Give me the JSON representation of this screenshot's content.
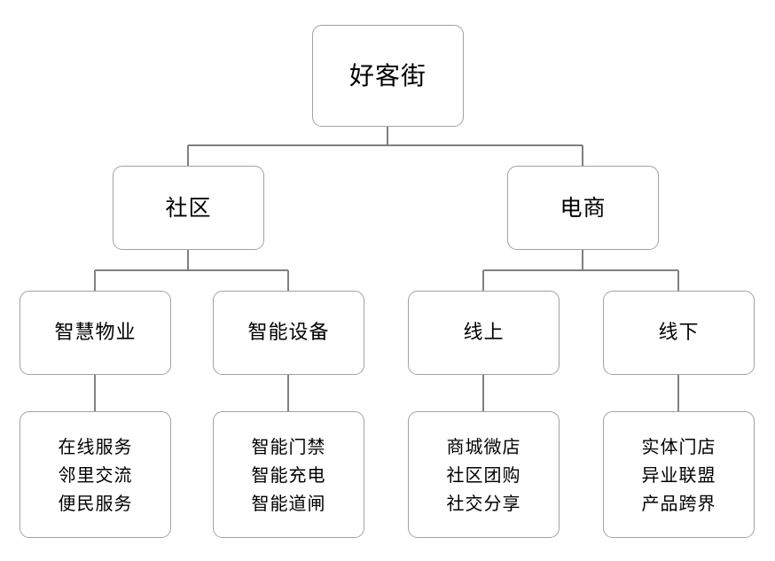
{
  "diagram": {
    "type": "organization-tree",
    "orientation": "top-down",
    "background_color": "#ffffff",
    "node_border_color": "#a2a2a2",
    "node_fill_color": "#ffffff",
    "connector_color": "#808080",
    "text_color": "#000000",
    "root": {
      "label": "好客街",
      "children": [
        {
          "label": "社区",
          "children": [
            {
              "label": "智慧物业",
              "children": [
                {
                  "lines": [
                    "在线服务",
                    "邻里交流",
                    "便民服务"
                  ]
                }
              ]
            },
            {
              "label": "智能设备",
              "children": [
                {
                  "lines": [
                    "智能门禁",
                    "智能充电",
                    "智能道闸"
                  ]
                }
              ]
            }
          ]
        },
        {
          "label": "电商",
          "children": [
            {
              "label": "线上",
              "children": [
                {
                  "lines": [
                    "商城微店",
                    "社区团购",
                    "社交分享"
                  ]
                }
              ]
            },
            {
              "label": "线下",
              "children": [
                {
                  "lines": [
                    "实体门店",
                    "异业联盟",
                    "产品跨界"
                  ]
                }
              ]
            }
          ]
        }
      ]
    },
    "nodes": {
      "root": {
        "label": "好客街"
      },
      "level2": [
        {
          "label": "社区"
        },
        {
          "label": "电商"
        }
      ],
      "level3": [
        {
          "label": "智慧物业"
        },
        {
          "label": "智能设备"
        },
        {
          "label": "线上"
        },
        {
          "label": "线下"
        }
      ],
      "level4": [
        {
          "line1": "在线服务",
          "line2": "邻里交流",
          "line3": "便民服务"
        },
        {
          "line1": "智能门禁",
          "line2": "智能充电",
          "line3": "智能道闸"
        },
        {
          "line1": "商城微店",
          "line2": "社区团购",
          "line3": "社交分享"
        },
        {
          "line1": "实体门店",
          "line2": "异业联盟",
          "line3": "产品跨界"
        }
      ]
    }
  }
}
